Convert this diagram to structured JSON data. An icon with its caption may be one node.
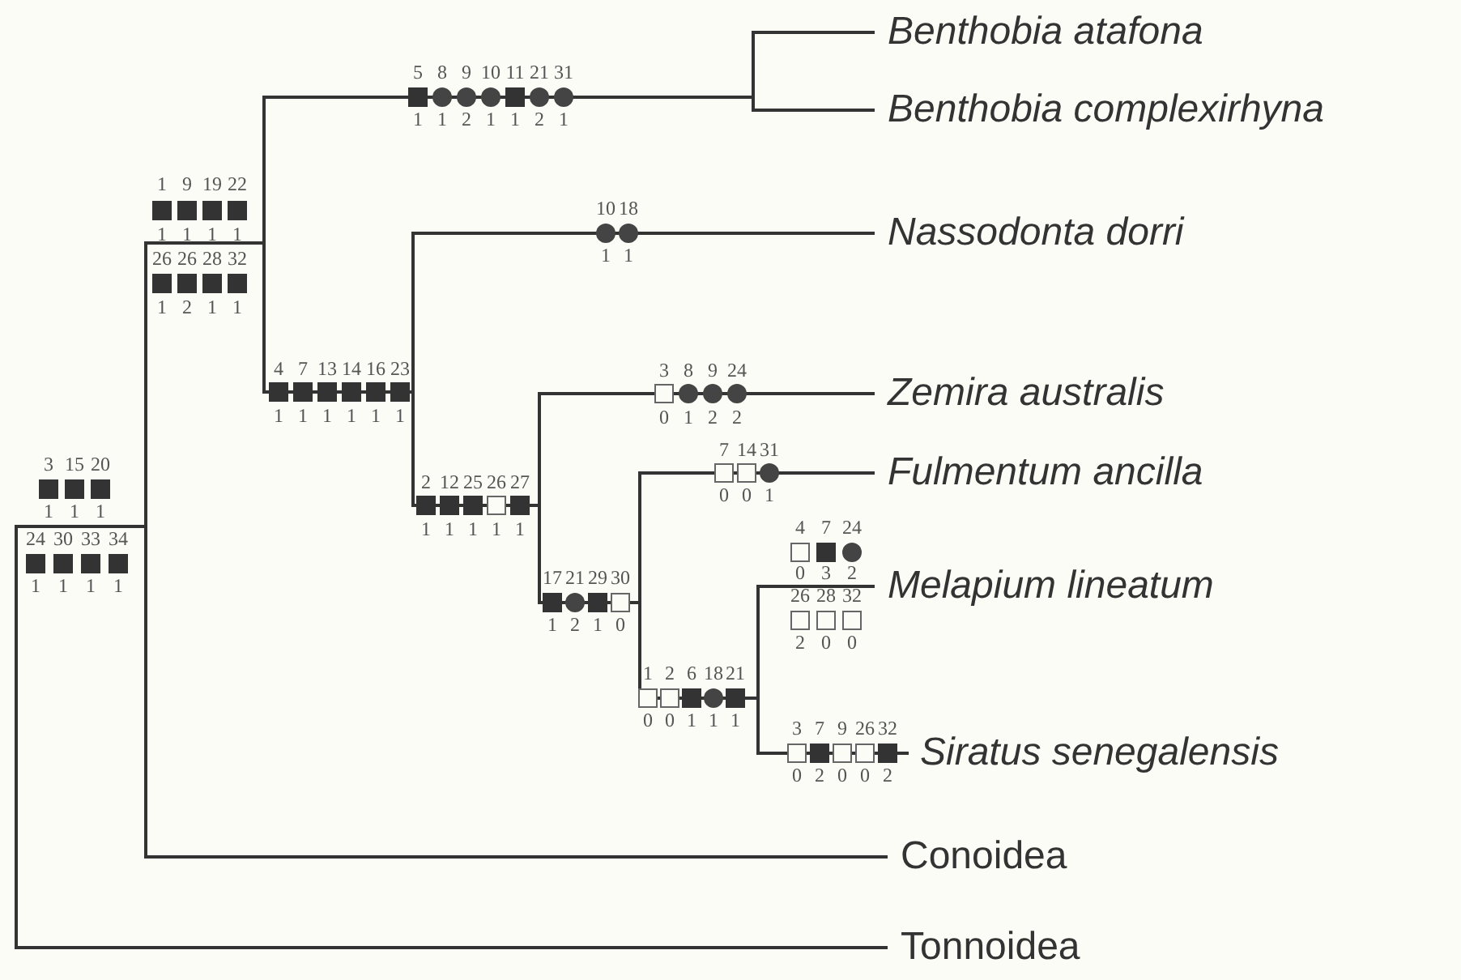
{
  "diagram": {
    "nodes": [
      {
        "text": [
          "Benthobia atafona"
        ]
      },
      {
        "text": [
          "Benthobia complexirhyna"
        ]
      },
      {
        "text": [
          "Nassodonta dorri"
        ]
      },
      {
        "text": [
          "Zemira australis"
        ]
      },
      {
        "text": [
          "Fulmentum ancilla"
        ]
      },
      {
        "text": [
          "Melapium lineatum"
        ]
      },
      {
        "text": [
          "Siratus senegalensis"
        ]
      },
      {
        "text": [
          "Conoidea"
        ]
      },
      {
        "text": [
          "Tonnoidea"
        ]
      }
    ],
    "edges": [
      {
        "from": null,
        "to": 0,
        "arrow": "none"
      },
      {
        "from": null,
        "to": 1,
        "arrow": "none"
      },
      {
        "from": null,
        "to": 2,
        "arrow": "none"
      },
      {
        "from": null,
        "to": 3,
        "arrow": "none"
      },
      {
        "from": null,
        "to": 4,
        "arrow": "none"
      },
      {
        "from": null,
        "to": 5,
        "arrow": "none"
      },
      {
        "from": null,
        "to": 6,
        "arrow": "none"
      },
      {
        "from": null,
        "to": 7,
        "arrow": "none"
      },
      {
        "from": null,
        "to": 8,
        "arrow": "none"
      }
    ],
    "labels": [
      "5",
      "8",
      "9",
      "10",
      "11",
      "21",
      "31",
      "1",
      "1",
      "2",
      "1",
      "1",
      "2",
      "1",
      "1",
      "9",
      "19",
      "22",
      "1",
      "1",
      "1",
      "1",
      "26",
      "26",
      "28",
      "32",
      "1",
      "2",
      "1",
      "1",
      "10",
      "18",
      "1",
      "1",
      "4",
      "7",
      "13",
      "14",
      "16",
      "23",
      "1",
      "1",
      "1",
      "1",
      "1",
      "1",
      "3",
      "8",
      "9",
      "24",
      "0",
      "1",
      "2",
      "2",
      "7",
      "14",
      "31",
      "0",
      "0",
      "1",
      "2",
      "12",
      "25",
      "26",
      "27",
      "1",
      "1",
      "1",
      "1",
      "1",
      "3",
      "15",
      "20",
      "1",
      "1",
      "1",
      "4",
      "7",
      "24",
      "0",
      "3",
      "2",
      "24",
      "30",
      "33",
      "34",
      "1",
      "1",
      "1",
      "1",
      "17",
      "21",
      "29",
      "30",
      "1",
      "2",
      "1",
      "0",
      "26",
      "28",
      "32",
      "2",
      "0",
      "0",
      "1",
      "2",
      "6",
      "18",
      "21",
      "0",
      "0",
      "1",
      "1",
      "1",
      "3",
      "7",
      "9",
      "26",
      "32",
      "0",
      "2",
      "0",
      "0",
      "2"
    ]
  }
}
